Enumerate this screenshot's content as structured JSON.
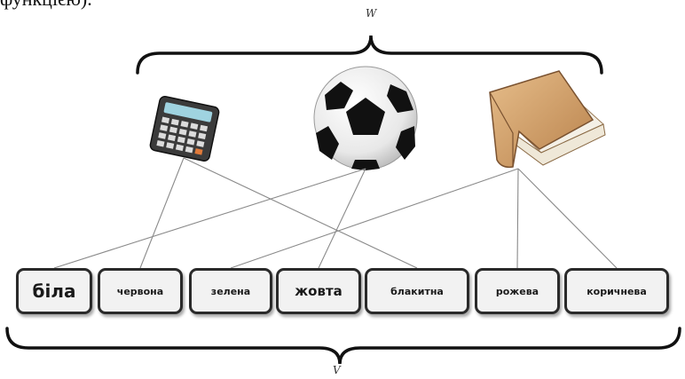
{
  "top_text": "функцією).",
  "set_w_label": "W",
  "set_v_label": "V",
  "objects": [
    {
      "name": "calculator",
      "icon": "calculator-icon"
    },
    {
      "name": "football",
      "icon": "soccer-ball-icon"
    },
    {
      "name": "book",
      "icon": "book-icon"
    }
  ],
  "colors": [
    {
      "label": "біла"
    },
    {
      "label": "червона"
    },
    {
      "label": "зелена"
    },
    {
      "label": "жовта"
    },
    {
      "label": "блакитна"
    },
    {
      "label": "рожева"
    },
    {
      "label": "коричнева"
    }
  ],
  "mapping": [
    {
      "object": "calculator",
      "color": "червона"
    },
    {
      "object": "calculator",
      "color": "блакитна"
    },
    {
      "object": "football",
      "color": "біла"
    },
    {
      "object": "football",
      "color": "жовта"
    },
    {
      "object": "book",
      "color": "зелена"
    },
    {
      "object": "book",
      "color": "рожева"
    },
    {
      "object": "book",
      "color": "коричнева"
    }
  ]
}
